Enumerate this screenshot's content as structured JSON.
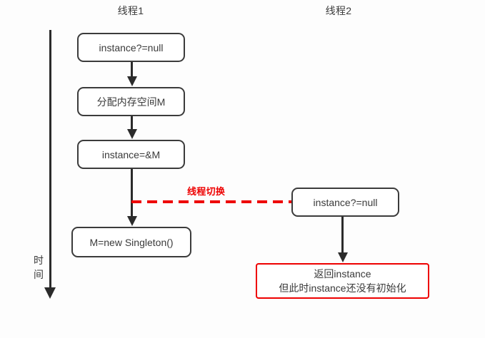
{
  "diagram": {
    "title_columns": [
      {
        "id": "thread1",
        "label": "线程1"
      },
      {
        "id": "thread2",
        "label": "线程2"
      }
    ],
    "timeline": {
      "label_line1": "时",
      "label_line2": "间"
    },
    "switch": {
      "label": "线程切换",
      "color": "#ee0000"
    },
    "colors": {
      "box_border": "#3b3b3b",
      "alert_border": "#ee0000",
      "arrow": "#2b2b2b",
      "text": "#3a3a3a",
      "background": "#fdfdfd"
    },
    "thread1_steps": [
      {
        "id": "check-left",
        "label": "instance?=null"
      },
      {
        "id": "alloc",
        "label": "分配内存空间M"
      },
      {
        "id": "assign",
        "label": "instance=&M"
      },
      {
        "id": "construct",
        "label": "M=new Singleton()"
      }
    ],
    "thread2_steps": [
      {
        "id": "check-right",
        "label": "instance?=null"
      },
      {
        "id": "return",
        "label_line1": "返回instance",
        "label_line2": "但此时instance还没有初始化"
      }
    ]
  }
}
